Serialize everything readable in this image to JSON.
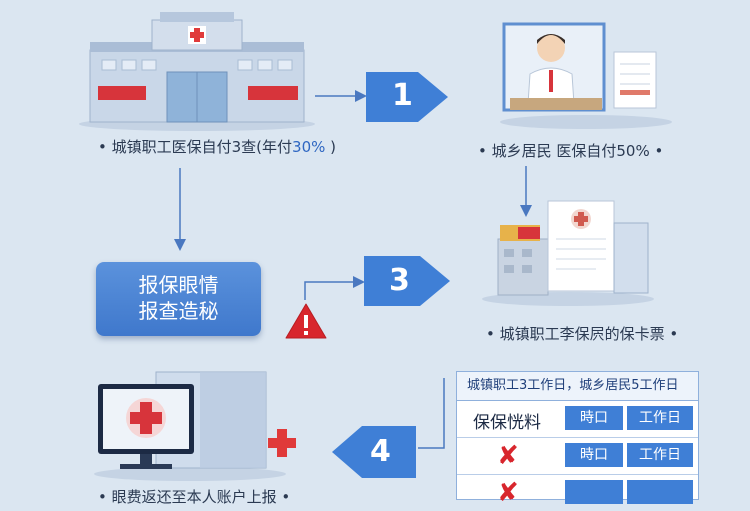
{
  "steps": [
    "1",
    "3",
    "4"
  ],
  "captions": {
    "hospital": "城镇职工医保自付3查(年付",
    "hospital_pct": "30%",
    "doctor": "城乡居民 医保自付50%",
    "documents": "城镇职工李保屄的保卡票",
    "computer": "眼费返还至本人账户上报"
  },
  "card": {
    "line1": "报保眼情",
    "line2": "报查造秘"
  },
  "table": {
    "header": "城镇职工3工作日，城乡居民5工作日",
    "row1_label": "保保恍料",
    "cell_a": "時口",
    "cell_b": "工作日"
  },
  "colors": {
    "accent": "#3f7fd6",
    "warning": "#d8262d",
    "background": "#dbe6f1"
  },
  "icons": [
    "hospital-building-icon",
    "doctor-desk-icon",
    "documents-icon",
    "warning-icon",
    "computer-icon",
    "medical-cross-icon",
    "x-mark-icon"
  ]
}
